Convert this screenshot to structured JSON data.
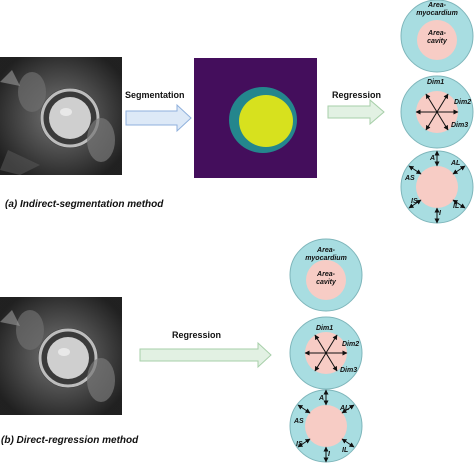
{
  "section_a": {
    "caption": "(a) Indirect-segmentation method",
    "segmentation_label": "Segmentation",
    "regression_label": "Regression"
  },
  "section_b": {
    "caption": "(b) Direct-regression method",
    "regression_label": "Regression"
  },
  "area_diagram": {
    "myocardium_line1": "Area-",
    "myocardium_line2": "myocardium",
    "cavity_line1": "Area-",
    "cavity_line2": "cavity"
  },
  "dim_diagram": {
    "dim1": "Dim1",
    "dim2": "Dim2",
    "dim3": "Dim3"
  },
  "wall_diagram": {
    "a": "A",
    "al": "AL",
    "as": "AS",
    "is": "IS",
    "il": "IL",
    "i": "I"
  },
  "colors": {
    "myocardium": "#a8dde1",
    "cavity": "#f7ccc5",
    "arrow": "#dde9f7",
    "arrow_border": "#8fb0dc",
    "mask_background": "#440e5c",
    "mask_ring": "#24868d",
    "mask_cavity": "#d7e11e"
  },
  "icons": [
    "mri-slice-image",
    "segmentation-mask-image",
    "hollow-right-arrow",
    "double-headed-arrow"
  ]
}
